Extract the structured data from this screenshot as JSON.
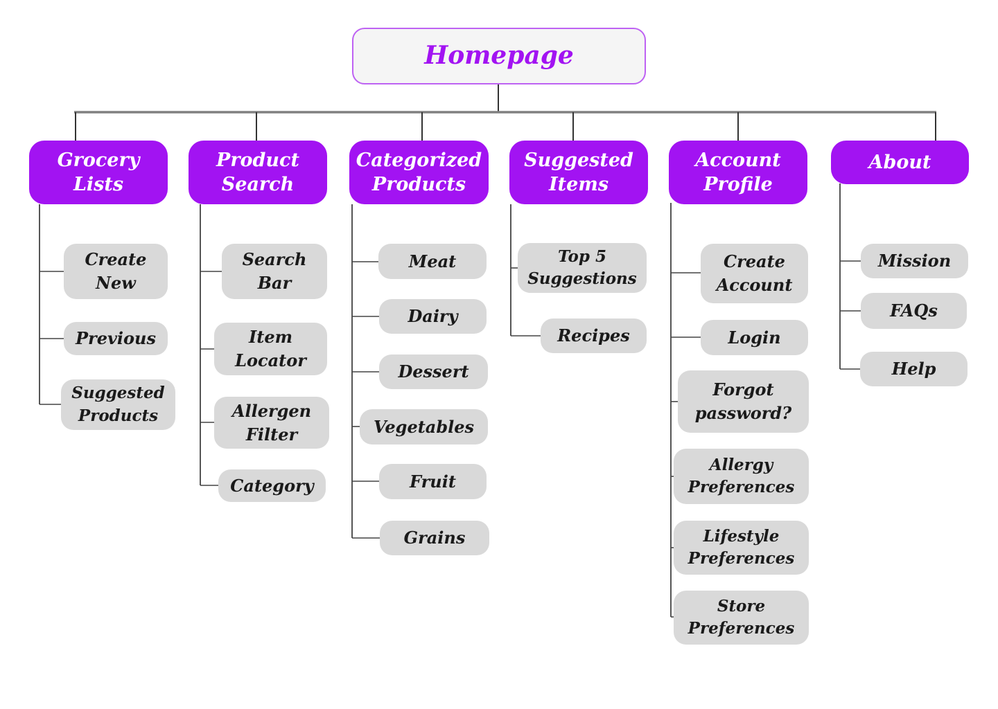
{
  "diagram": {
    "type": "sitemap-flowchart",
    "root": {
      "label": "Homepage"
    },
    "branches": [
      {
        "label": "Grocery Lists",
        "children": [
          "Create New",
          "Previous",
          "Suggested Products"
        ]
      },
      {
        "label": "Product Search",
        "children": [
          "Search Bar",
          "Item Locator",
          "Allergen Filter",
          "Category"
        ]
      },
      {
        "label": "Categorized Products",
        "children": [
          "Meat",
          "Dairy",
          "Dessert",
          "Vegetables",
          "Fruit",
          "Grains"
        ]
      },
      {
        "label": "Suggested Items",
        "children": [
          "Top 5 Suggestions",
          "Recipes"
        ]
      },
      {
        "label": "Account Profile",
        "children": [
          "Create Account",
          "Login",
          "Forgot password?",
          "Allergy Preferences",
          "Lifestyle Preferences",
          "Store Preferences"
        ]
      },
      {
        "label": "About",
        "children": [
          "Mission",
          "FAQs",
          "Help"
        ]
      }
    ],
    "colors": {
      "branch_fill": "#A213F2",
      "branch_text": "#FFFFFF",
      "child_fill": "#D9D9D9",
      "child_text": "#1A1A1A",
      "root_fill": "#F5F5F5",
      "root_border": "#BE62F3",
      "root_text": "#A213F2",
      "trunk_line": "#808080",
      "connector_line": "#444444"
    }
  }
}
